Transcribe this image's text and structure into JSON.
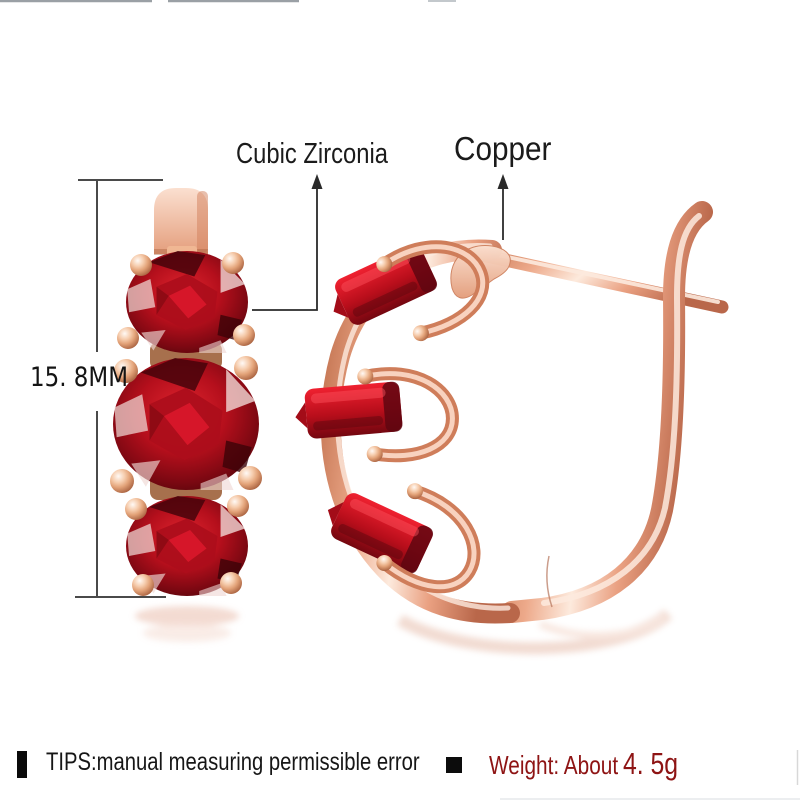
{
  "header_labels": {
    "material": "Cubic Zirconia",
    "metal": "Copper"
  },
  "measurement": {
    "height": "15. 8MM"
  },
  "footer": {
    "tips": "TIPS:manual measuring permissible error",
    "weight_label": "Weight: About",
    "weight_value": "4. 5g"
  },
  "colors": {
    "label_text": "#1b1b1b",
    "weight_red": "#8e1414",
    "callout_line": "#2a2a2a",
    "measure_line": "#4a4a4a",
    "rose_gold_light": "#fbe3d6",
    "rose_gold": "#eeab8c",
    "rose_gold_dark": "#c2714e",
    "gem_red_bright": "#e0252f",
    "gem_red": "#b50f1c",
    "gem_red_dark": "#5f0610"
  },
  "illustrations": {
    "left_earring": "earring-front-view-three-red-stones",
    "right_earring": "earring-side-view-clip-hook"
  }
}
